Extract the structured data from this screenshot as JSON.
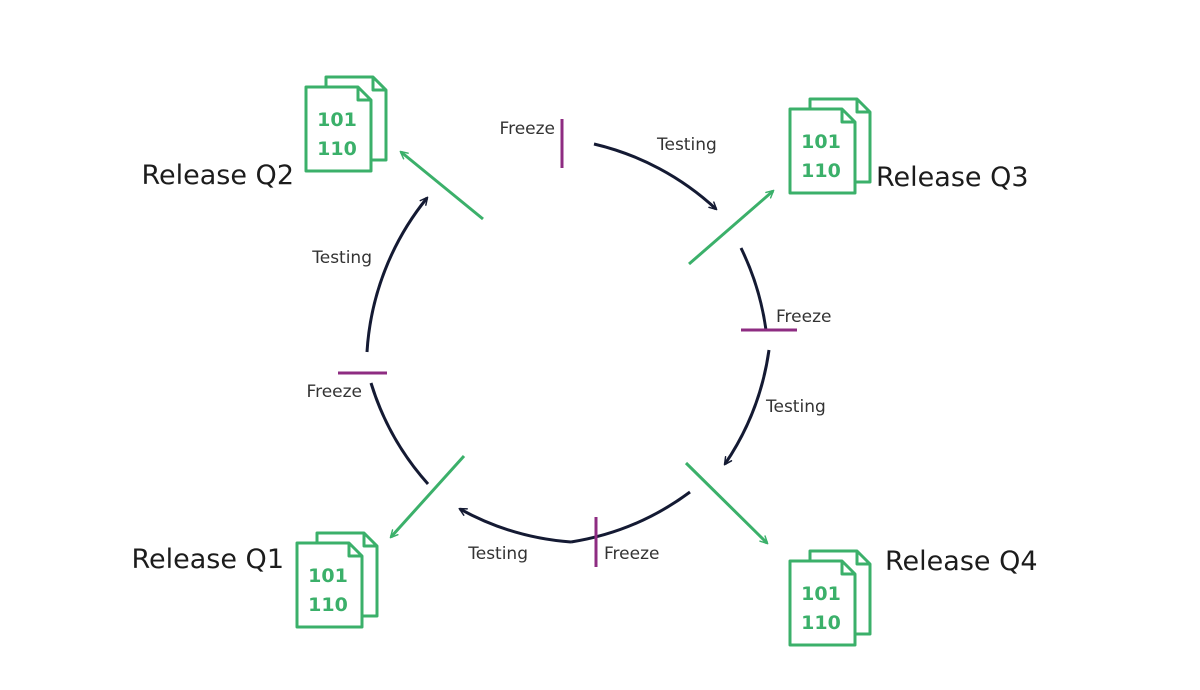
{
  "colors": {
    "cycle_arrow": "#141a33",
    "release_arrow": "#3bb06a",
    "freeze_marker": "#8e2c82",
    "icon_green": "#3bb06a",
    "text_dark": "#1c1c1c"
  },
  "releases": [
    {
      "label": "Release Q1",
      "icon": "binary-file-icon",
      "icon_lines": [
        "101",
        "110"
      ]
    },
    {
      "label": "Release Q2",
      "icon": "binary-file-icon",
      "icon_lines": [
        "101",
        "110"
      ]
    },
    {
      "label": "Release Q3",
      "icon": "binary-file-icon",
      "icon_lines": [
        "101",
        "110"
      ]
    },
    {
      "label": "Release Q4",
      "icon": "binary-file-icon",
      "icon_lines": [
        "101",
        "110"
      ]
    }
  ],
  "phases": {
    "testing": "Testing",
    "freeze": "Freeze"
  }
}
